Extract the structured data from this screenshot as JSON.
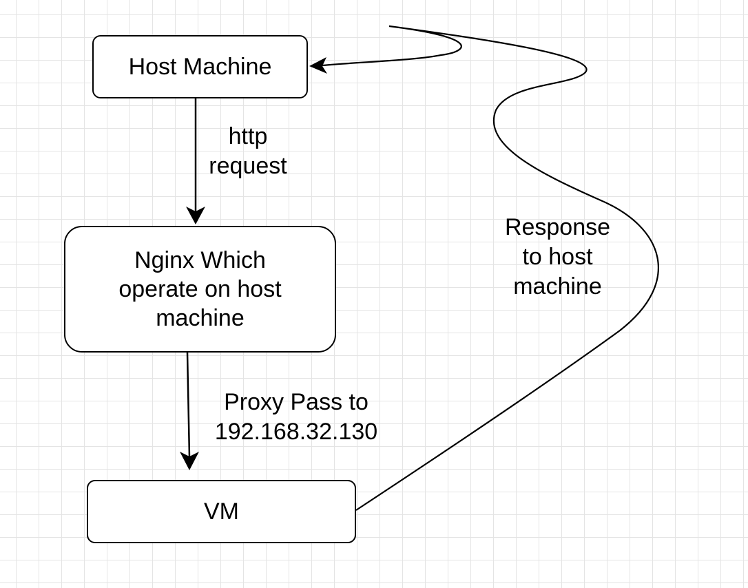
{
  "diagram": {
    "nodes": {
      "host": {
        "label": "Host Machine"
      },
      "nginx": {
        "label": "Nginx Which\noperate on host\nmachine"
      },
      "vm": {
        "label": "VM"
      }
    },
    "edges": {
      "http_request": {
        "from": "Host Machine",
        "to": "Nginx Which operate on host machine",
        "label": "http\nrequest"
      },
      "proxy_pass": {
        "from": "Nginx Which operate on host machine",
        "to": "VM",
        "label": "Proxy Pass to\n192.168.32.130"
      },
      "response": {
        "from": "VM",
        "to": "Host Machine",
        "label": "Response\nto host\nmachine"
      }
    },
    "colors": {
      "stroke": "#000000",
      "fill": "#ffffff",
      "grid": "#e4e4e4"
    }
  }
}
